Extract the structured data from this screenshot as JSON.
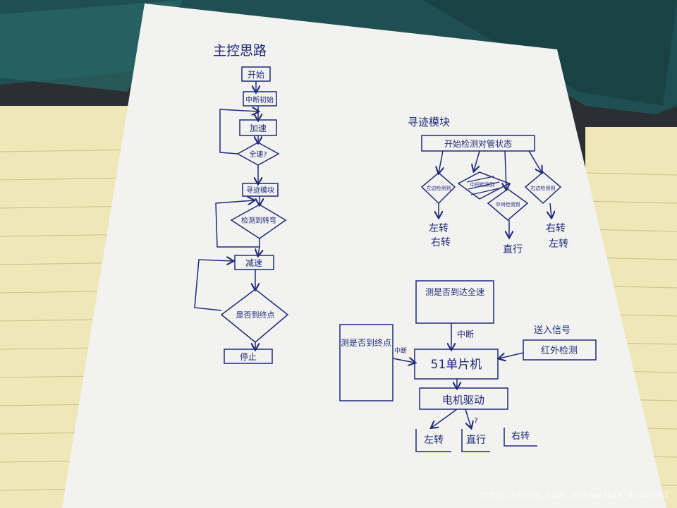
{
  "main_flow": {
    "title": "主控思路",
    "nodes": {
      "start": "开始",
      "interrupt_init": "中断初始",
      "accelerate": "加速",
      "full_speed": "全速?",
      "tracking": "寻迹模块",
      "detect_turn": "检测到转弯",
      "decelerate": "减速",
      "reached_end": "是否到终点",
      "stop": "停止"
    }
  },
  "tracking_module": {
    "title": "寻迹模块",
    "start_box": "开始检测对管状态",
    "branches": {
      "left_detect": "左边检测到",
      "center_detect": "中间检测到",
      "center_detect2": "中间检测到",
      "right_detect": "右边检测到"
    },
    "results": {
      "left_result_1": "左转",
      "left_result_2": "右转",
      "center_result": "直行",
      "right_result_1": "右转",
      "right_result_2": "左转"
    }
  },
  "hardware": {
    "speed_check": "测是否到达全速",
    "interrupt": "中断",
    "end_check": "测是否到终点",
    "interrupt2": "中断",
    "mcu": "51单片机",
    "send_signal": "送入信号",
    "infrared": "红外检测",
    "motor": "电机驱动",
    "arrow_mark": "?",
    "out_left": "左转",
    "out_straight": "直行",
    "out_right": "右转"
  },
  "watermark": "https://blog.csdn.net/weixin_41445387",
  "colors": {
    "ink": "#1f2a7a",
    "paper": "#f2f2f0",
    "notebook": "#efe7b8",
    "tablet": "#1f4f52"
  }
}
